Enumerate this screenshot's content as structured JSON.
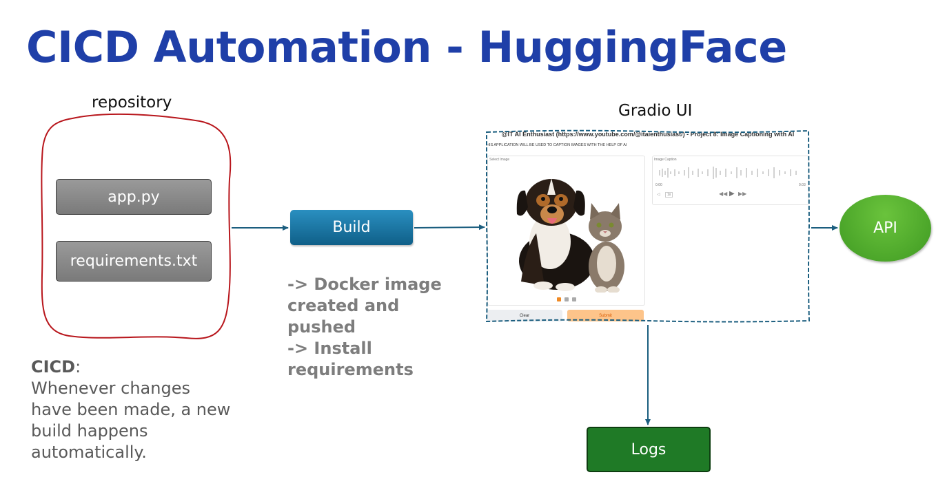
{
  "title": "CICD Automation - HuggingFace",
  "repository": {
    "label": "repository",
    "files": [
      "app.py",
      "requirements.txt"
    ]
  },
  "build": {
    "label": "Build",
    "notes": [
      "-> Docker image",
      "created and pushed",
      "-> Install",
      "requirements"
    ]
  },
  "cicd_note": {
    "term": "CICD",
    "text": [
      "Whenever changes",
      "have been made, a new",
      "build happens",
      "automatically."
    ]
  },
  "gradio": {
    "label": "Gradio UI",
    "app_header": "@IT AI Enthusiast (https://www.youtube.com/@itaienthusiast/) - Project 8: Image Captioning with AI",
    "app_subheader": "HIS APPLICATION WILL BE USED TO CAPTION IMAGES WITH THE HELP OF AI",
    "input_label": "Select Image",
    "output_label": "Image Caption",
    "time_start": "0:00",
    "time_end": "0:03",
    "speed": "1x",
    "clear_button": "Clear",
    "submit_button": "Submit"
  },
  "api": {
    "label": "API"
  },
  "logs": {
    "label": "Logs"
  },
  "colors": {
    "title": "#1f3fa8",
    "repo_border": "#b8161c",
    "file_box": "#8a8a8a",
    "build_box": "#1a78a8",
    "arrow": "#1b5e7f",
    "api": "#4caf2a",
    "logs": "#1f7a26",
    "notes_text": "#7d7d7d"
  }
}
